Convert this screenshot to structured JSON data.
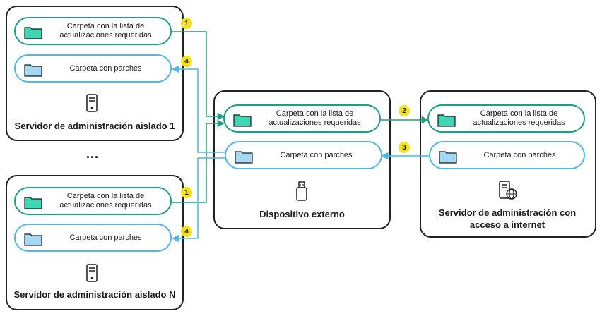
{
  "folders": {
    "update_list": "Carpeta con la lista de actualizaciones requeridas",
    "patches": "Carpeta con parches"
  },
  "servers": {
    "isolated_1": "Servidor de administración aislado 1",
    "isolated_n": "Servidor de administración aislado N",
    "external_device": "Dispositivo externo",
    "internet_server": "Servidor de administración con acceso a internet"
  },
  "ellipsis": "...",
  "steps": [
    "1",
    "2",
    "3",
    "4"
  ],
  "colors": {
    "green_line": "#1e9e84",
    "blue_line": "#4fb6e6",
    "green_folder": "#3fd6b3",
    "blue_folder": "#a5d8f3",
    "badge": "#f5e11c"
  },
  "icons": {
    "folder": "folder-icon",
    "server": "server-icon",
    "usb": "usb-drive-icon",
    "internet_server": "server-globe-icon"
  }
}
